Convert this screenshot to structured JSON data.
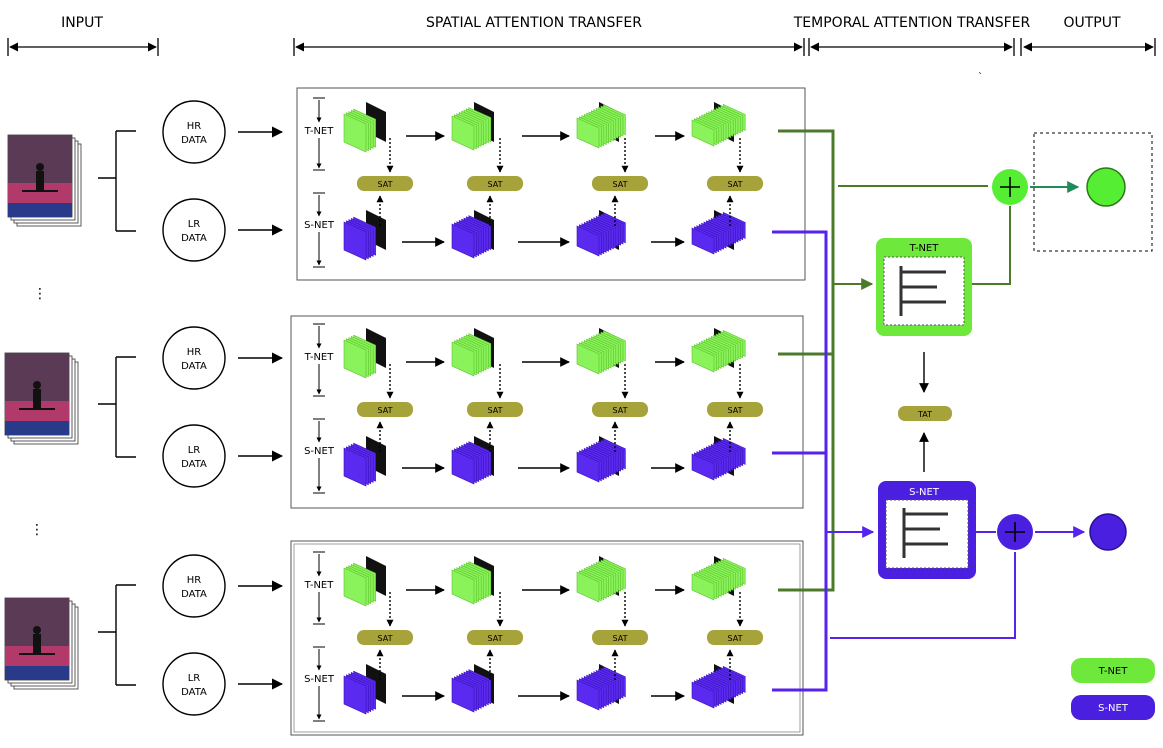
{
  "headers": {
    "input": "INPUT",
    "spatial": "SPATIAL  ATTENTION TRANSFER",
    "temporal": "TEMPORAL ATTENTION TRANSFER",
    "output": "OUTPUT"
  },
  "data_labels": {
    "hr_line1": "HR",
    "hr_line2": "DATA",
    "lr_line1": "LR",
    "lr_line2": "DATA"
  },
  "net_labels": {
    "t_net": "T-NET",
    "s_net": "S-NET"
  },
  "sat_label": "SAT",
  "tat_label": "TAT",
  "ellipsis": "⋮",
  "backtick": "`",
  "legend": {
    "t_net": "T-NET",
    "s_net": "S-NET"
  },
  "colors": {
    "t_net": "#6ee83a",
    "t_net_line": "#4b7a2a",
    "s_net": "#4a1fe0",
    "s_net_line": "#5522ee",
    "sat": "#a6a33a",
    "output_green": "#55ee33",
    "output_purple": "#4a1fe0"
  },
  "icons": {
    "input_frames": "video-frames-icon",
    "plus": "plus-icon"
  }
}
